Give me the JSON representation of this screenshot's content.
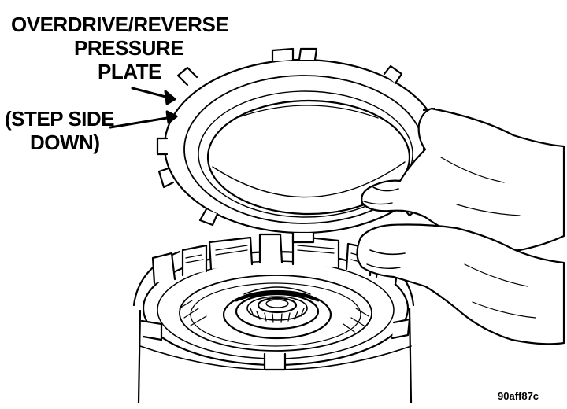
{
  "figure": {
    "callout_lines": [
      "OVERDRIVE/REVERSE",
      "PRESSURE",
      "PLATE",
      "(STEP SIDE",
      "DOWN)"
    ],
    "figure_code": "90aff87c"
  },
  "colors": {
    "line": "#000000",
    "background": "#ffffff"
  }
}
